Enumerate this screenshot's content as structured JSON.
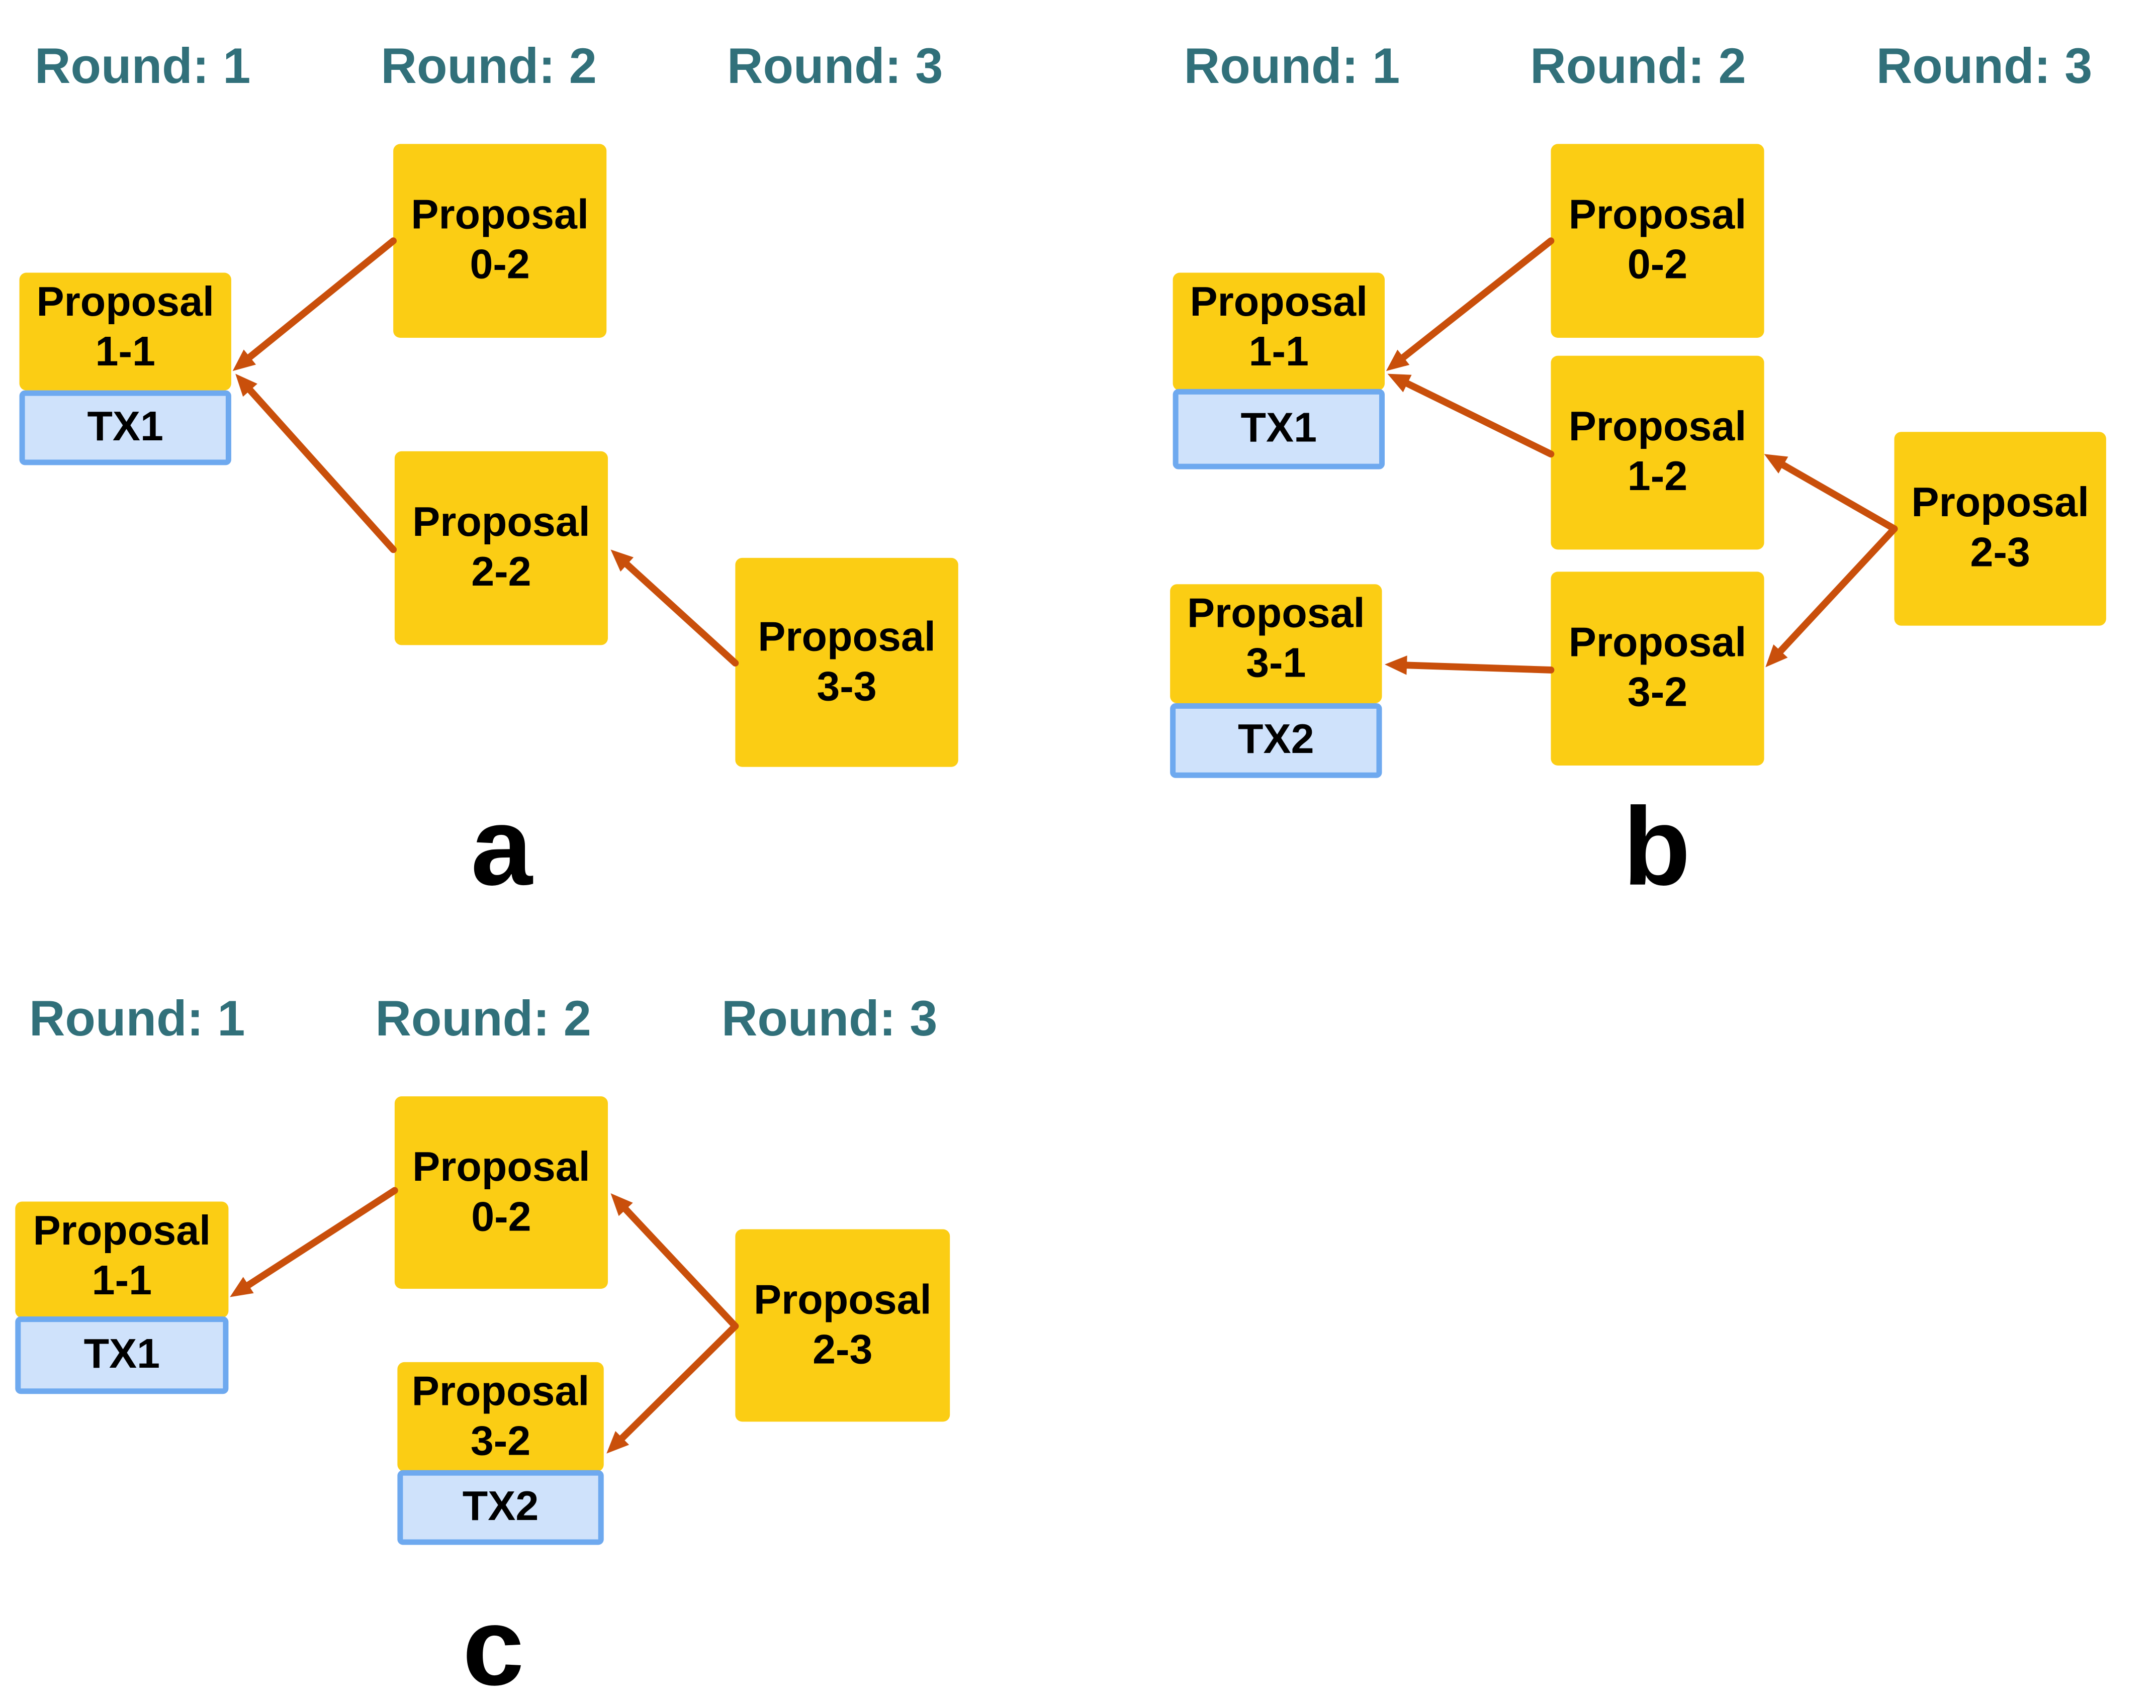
{
  "colors": {
    "round_header": "#31707a",
    "proposal_fill": "#fbcd14",
    "tx_fill": "#cfe2fb",
    "tx_border": "#6ea9ef",
    "arrow": "#c94f0b"
  },
  "panels": [
    {
      "label": "a",
      "rounds": [
        "Round: 1",
        "Round: 2",
        "Round: 3"
      ],
      "proposals": [
        {
          "id": "p11",
          "name": "Proposal",
          "num": "1-1",
          "tx": "TX1"
        },
        {
          "id": "p02",
          "name": "Proposal",
          "num": "0-2"
        },
        {
          "id": "p22",
          "name": "Proposal",
          "num": "2-2"
        },
        {
          "id": "p33",
          "name": "Proposal",
          "num": "3-3"
        }
      ],
      "edges": [
        {
          "from": "p02",
          "to": "p11"
        },
        {
          "from": "p22",
          "to": "p11"
        },
        {
          "from": "p33",
          "to": "p22"
        }
      ]
    },
    {
      "label": "b",
      "rounds": [
        "Round: 1",
        "Round: 2",
        "Round: 3"
      ],
      "proposals": [
        {
          "id": "p11",
          "name": "Proposal",
          "num": "1-1",
          "tx": "TX1"
        },
        {
          "id": "p31",
          "name": "Proposal",
          "num": "3-1",
          "tx": "TX2"
        },
        {
          "id": "p02",
          "name": "Proposal",
          "num": "0-2"
        },
        {
          "id": "p12",
          "name": "Proposal",
          "num": "1-2"
        },
        {
          "id": "p32",
          "name": "Proposal",
          "num": "3-2"
        },
        {
          "id": "p23",
          "name": "Proposal",
          "num": "2-3"
        }
      ],
      "edges": [
        {
          "from": "p02",
          "to": "p11"
        },
        {
          "from": "p12",
          "to": "p11"
        },
        {
          "from": "p32",
          "to": "p31"
        },
        {
          "from": "p23",
          "to": "p12"
        },
        {
          "from": "p23",
          "to": "p32"
        }
      ]
    },
    {
      "label": "c",
      "rounds": [
        "Round: 1",
        "Round: 2",
        "Round: 3"
      ],
      "proposals": [
        {
          "id": "p11",
          "name": "Proposal",
          "num": "1-1",
          "tx": "TX1"
        },
        {
          "id": "p02",
          "name": "Proposal",
          "num": "0-2"
        },
        {
          "id": "p32",
          "name": "Proposal",
          "num": "3-2",
          "tx": "TX2"
        },
        {
          "id": "p23",
          "name": "Proposal",
          "num": "2-3"
        }
      ],
      "edges": [
        {
          "from": "p02",
          "to": "p11"
        },
        {
          "from": "p23",
          "to": "p02"
        },
        {
          "from": "p23",
          "to": "p32"
        }
      ]
    }
  ]
}
